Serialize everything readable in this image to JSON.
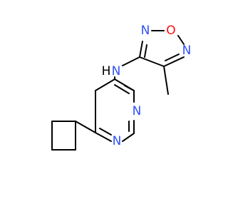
{
  "molecule": {
    "atoms": {
      "N_oxadiazole_top": {
        "symbol": "N",
        "color": "#3050F8"
      },
      "O_oxadiazole": {
        "symbol": "O",
        "color": "#FF0D0D"
      },
      "N_oxadiazole_right": {
        "symbol": "N",
        "color": "#3050F8"
      },
      "NH_amine_N": {
        "symbol": "N",
        "color": "#3050F8"
      },
      "NH_amine_H": {
        "symbol": "H",
        "color": "#000000"
      },
      "N_pyrimidine_top": {
        "symbol": "N",
        "color": "#3050F8"
      },
      "N_pyrimidine_bottom": {
        "symbol": "N",
        "color": "#3050F8"
      }
    },
    "colors": {
      "bond": "#000000",
      "nitrogen": "#3050F8",
      "oxygen": "#FF0D0D",
      "background": "#ffffff"
    }
  }
}
